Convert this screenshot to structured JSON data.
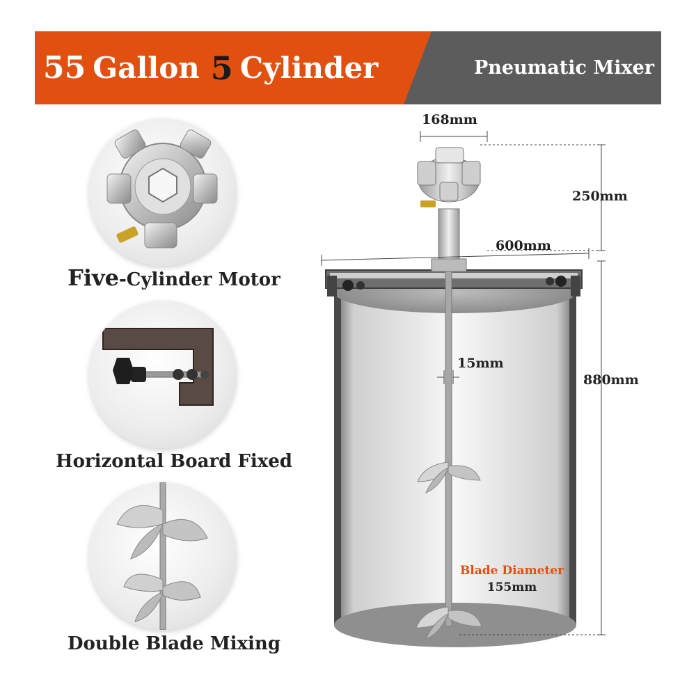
{
  "banner": {
    "qty": "55",
    "gallon": "Gallon",
    "five": "5",
    "cylinder": "Cylinder",
    "subtitle": "Pneumatic Mixer"
  },
  "features": [
    {
      "word_big": "Five",
      "word_rest": "-Cylinder Motor"
    },
    {
      "label": "Horizontal Board Fixed"
    },
    {
      "label": "Double Blade Mixing"
    }
  ],
  "dimensions": {
    "motor_width": "168mm",
    "motor_height": "250mm",
    "board_width": "600mm",
    "shaft_diameter": "15mm",
    "barrel_height": "880mm",
    "blade_title": "Blade Diameter",
    "blade_value": "155mm"
  },
  "colors": {
    "accent": "#e2500f",
    "banner_gray": "#5c5c5c",
    "text": "#222222"
  }
}
